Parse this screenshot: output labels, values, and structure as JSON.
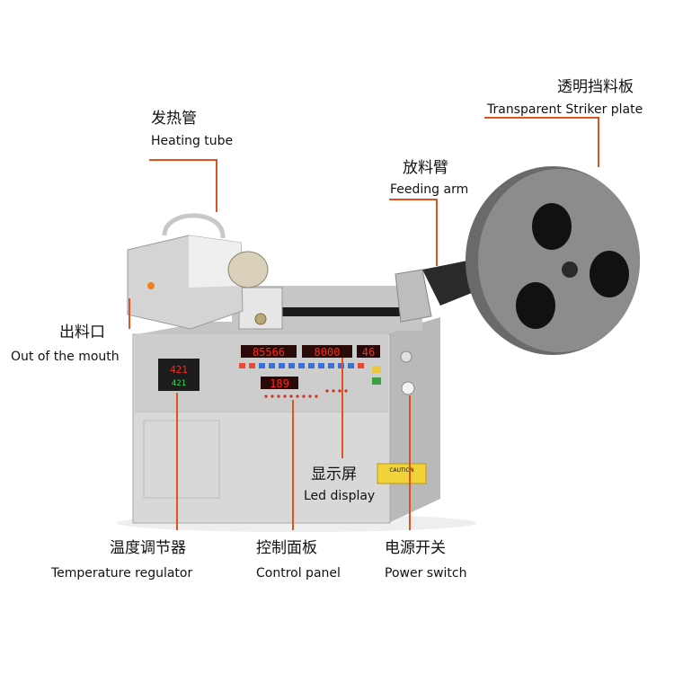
{
  "colors": {
    "leader": "#e0521e",
    "machine_body": "#dcdcdc",
    "panel": "#cfcfcf",
    "display_red": "#ff2a1a",
    "reel": "#6e6e6e",
    "tape": "#1a1a1a"
  },
  "labels": {
    "heating_tube": {
      "zh": "发热管",
      "en": "Heating tube"
    },
    "transparent_striker_plate": {
      "zh": "透明挡料板",
      "en": "Transparent Striker plate"
    },
    "feeding_arm": {
      "zh": "放料臂",
      "en": "Feeding arm"
    },
    "out_of_mouth": {
      "zh": "出料口",
      "en": "Out of the mouth"
    },
    "led_display": {
      "zh": "显示屏",
      "en": "Led display"
    },
    "temperature_regulator": {
      "zh": "温度调节器",
      "en": "Temperature regulator"
    },
    "control_panel": {
      "zh": "控制面板",
      "en": "Control panel"
    },
    "power_switch": {
      "zh": "电源开关",
      "en": "Power switch"
    }
  },
  "display": {
    "main": "85566",
    "counter": "8000",
    "small": "46",
    "lower": "189",
    "temp_top": "421",
    "temp_bottom": "421"
  },
  "caution_label": "CAUTION"
}
